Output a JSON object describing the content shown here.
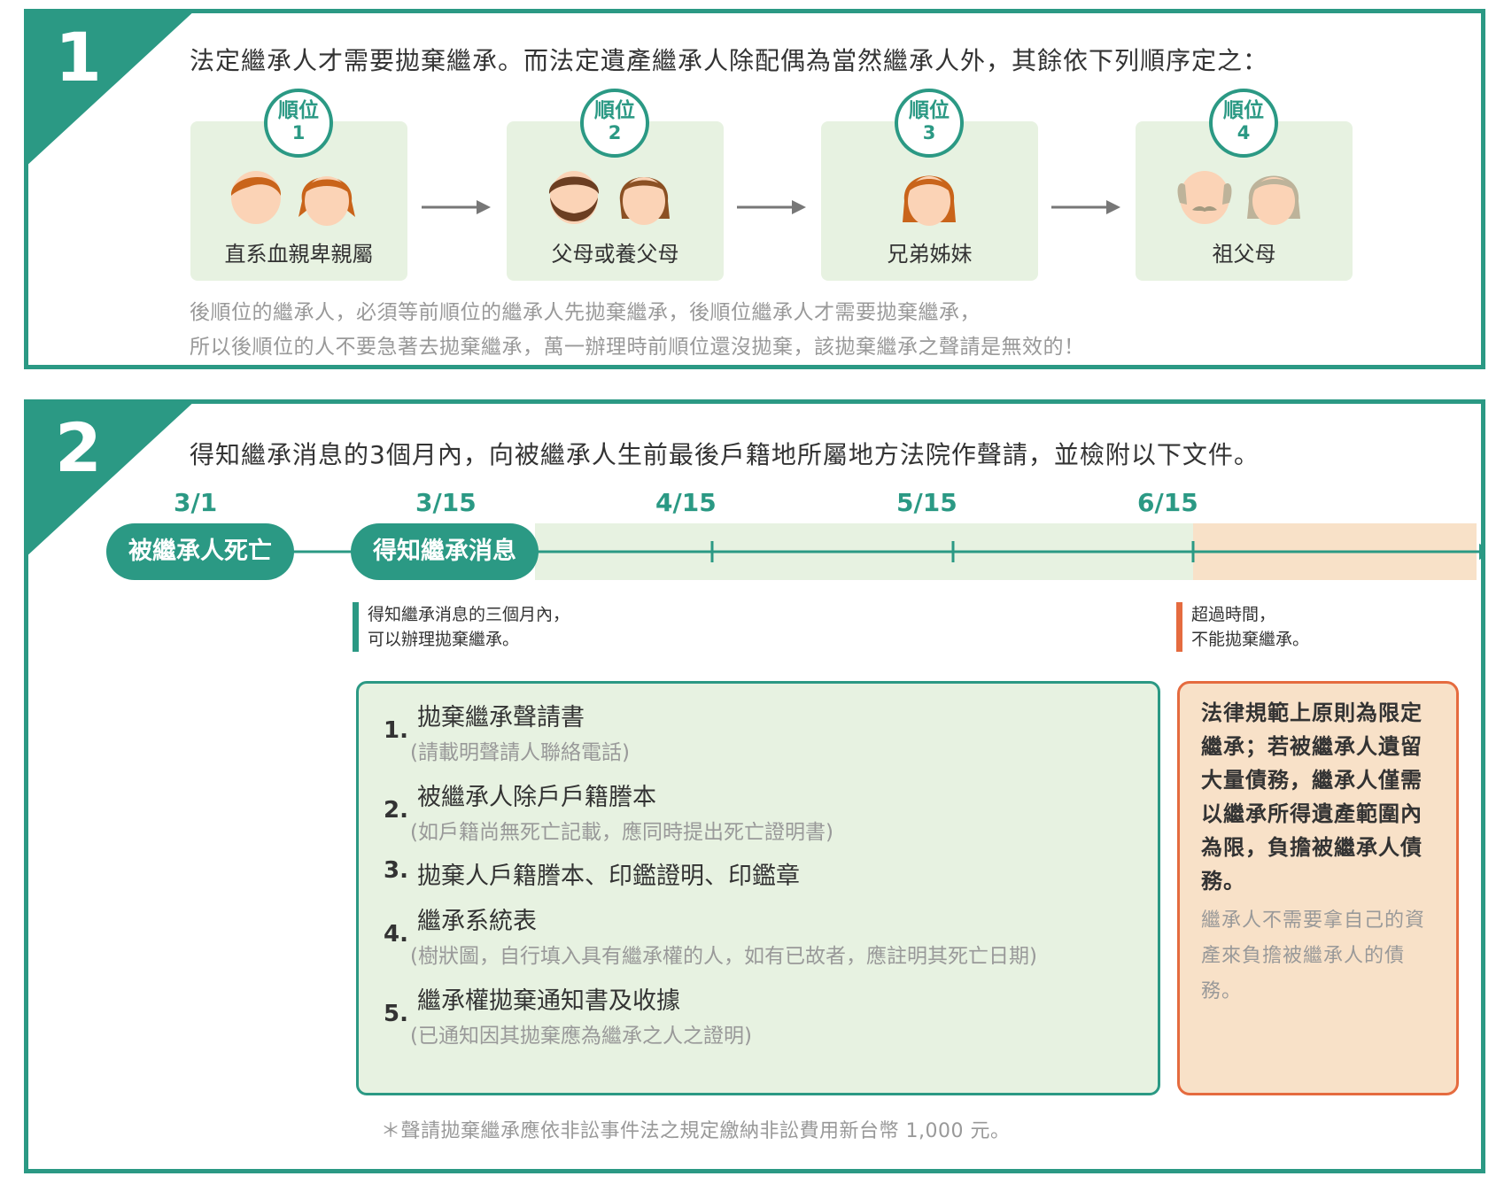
{
  "colors": {
    "primary": "#2b9984",
    "accent": "#e56b3f",
    "card_bg": "#e7f2e1",
    "warn_bg": "#f8e1c8",
    "muted": "#999999"
  },
  "section1": {
    "number": "1",
    "headline": "法定繼承人才需要拋棄繼承。而法定遺產繼承人除配偶為當然繼承人外，其餘依下列順序定之：",
    "ranks": [
      {
        "badge_title": "順位",
        "badge_num": "1",
        "label": "直系血親卑親屬",
        "icons": [
          "boy-face-icon",
          "girl-face-icon"
        ]
      },
      {
        "badge_title": "順位",
        "badge_num": "2",
        "label": "父母或養父母",
        "icons": [
          "father-face-icon",
          "mother-face-icon"
        ]
      },
      {
        "badge_title": "順位",
        "badge_num": "3",
        "label": "兄弟姊妹",
        "icons": [
          "sibling-face-icon"
        ]
      },
      {
        "badge_title": "順位",
        "badge_num": "4",
        "label": "祖父母",
        "icons": [
          "grandfather-face-icon",
          "grandmother-face-icon"
        ]
      }
    ],
    "note_line1": "後順位的繼承人，必須等前順位的繼承人先拋棄繼承，後順位繼承人才需要拋棄繼承，",
    "note_line2": "所以後順位的人不要急著去拋棄繼承，萬一辦理時前順位還沒拋棄，該拋棄繼承之聲請是無效的！"
  },
  "section2": {
    "number": "2",
    "headline": "得知繼承消息的3個月內，向被繼承人生前最後戶籍地所屬地方法院作聲請，並檢附以下文件。",
    "timeline": {
      "dates": [
        "3/1",
        "3/15",
        "4/15",
        "5/15",
        "6/15"
      ],
      "event_death": "被繼承人死亡",
      "event_notice": "得知繼承消息",
      "note_within_line1": "得知繼承消息的三個月內，",
      "note_within_line2": "可以辦理拋棄繼承。",
      "note_over_line1": "超過時間，",
      "note_over_line2": "不能拋棄繼承。"
    },
    "documents": [
      {
        "num": "1.",
        "title": "拋棄繼承聲請書",
        "sub": "(請載明聲請人聯絡電話)"
      },
      {
        "num": "2.",
        "title": "被繼承人除戶戶籍謄本",
        "sub": "(如戶籍尚無死亡記載，應同時提出死亡證明書)"
      },
      {
        "num": "3.",
        "title": "拋棄人戶籍謄本、印鑑證明、印鑑章",
        "sub": ""
      },
      {
        "num": "4.",
        "title": "繼承系統表",
        "sub": "(樹狀圖，自行填入具有繼承權的人，如有已故者，應註明其死亡日期)"
      },
      {
        "num": "5.",
        "title": "繼承權拋棄通知書及收據",
        "sub": "(已通知因其拋棄應為繼承之人之證明)"
      }
    ],
    "warning_main": "法律規範上原則為限定繼承；若被繼承人遺留大量債務，繼承人僅需以繼承所得遺產範圍內為限，負擔被繼承人債務。",
    "warning_sub": "繼承人不需要拿自己的資產來負擔被繼承人的債務。",
    "fee_note": "＊聲請拋棄繼承應依非訟事件法之規定繳納非訟費用新台幣 1,000 元。"
  }
}
